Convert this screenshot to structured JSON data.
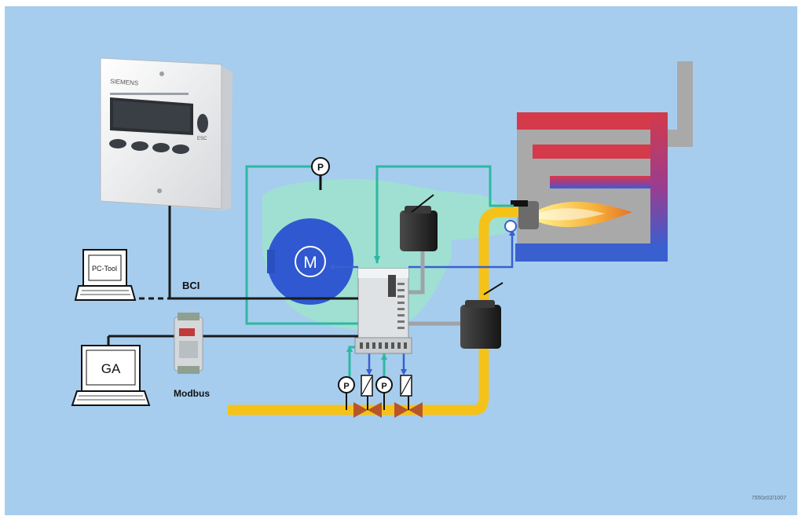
{
  "display_unit": {
    "brand": "SIEMENS",
    "button_label": "ESC"
  },
  "labels": {
    "motor": "M",
    "bus_bci": "BCI",
    "bus_modbus": "Modbus",
    "pressure_symbol": "P",
    "laptop_pc_tool": "PC-Tool",
    "laptop_ga": "GA",
    "figure_code": "7550z02/1007"
  },
  "colors": {
    "background": "#a6cdee",
    "air_duct": "#9fe0d2",
    "air_line": "#2fb7a2",
    "gas_pipe": "#f5c21a",
    "signal_line": "#3a5fcf",
    "motor": "#3058d0",
    "boiler_grey": "#a9a9a9",
    "boiler_red": "#d43a4a",
    "cable": "#1a1a1a"
  }
}
